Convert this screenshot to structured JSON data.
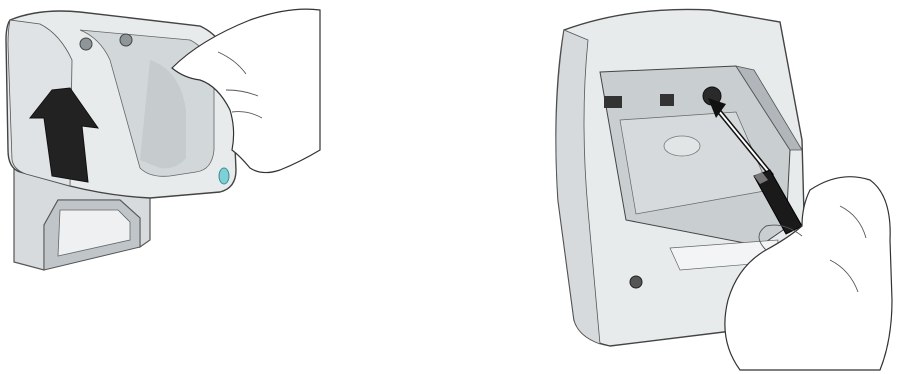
{
  "figure": {
    "panels": [
      {
        "id": "step-1",
        "depicts": "pull-up",
        "icon": "up-arrow-icon"
      },
      {
        "id": "step-2",
        "depicts": "tool-insertion",
        "icon": "diagonal-arrow-icon"
      }
    ],
    "colors": {
      "device_body": "#e8ebec",
      "device_shadow": "#c9ced0",
      "device_dark": "#9aa1a4",
      "outline": "#3a3a3a",
      "arrow_fill": "#222222",
      "indicator": "#7fd0d6",
      "skin": "#ffffff"
    }
  }
}
